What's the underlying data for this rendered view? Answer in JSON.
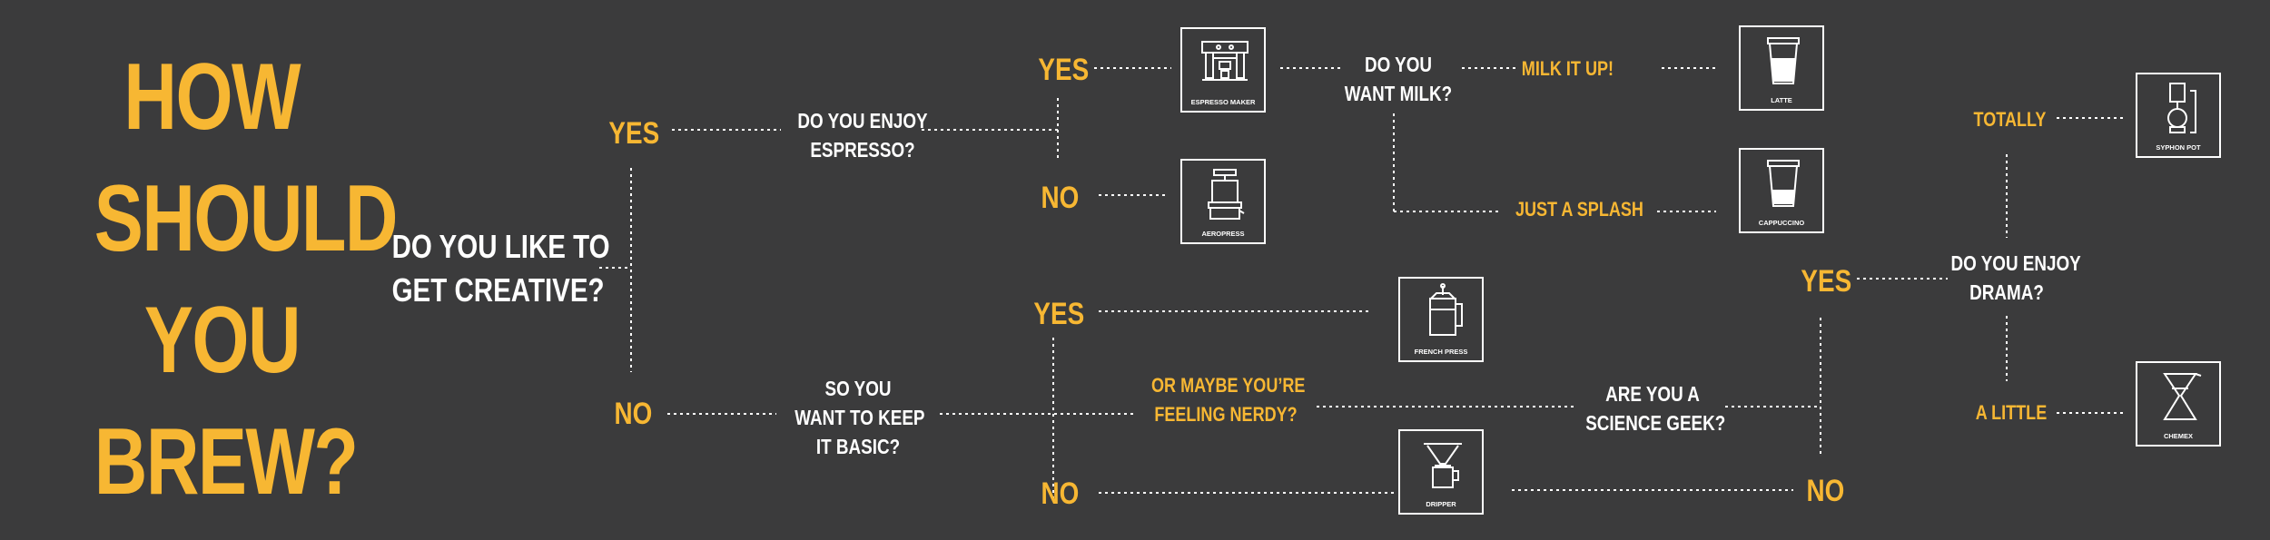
{
  "title": [
    "HOW",
    "SHOULD",
    "YOU",
    "BREW?"
  ],
  "questions": {
    "creative": [
      "DO YOU LIKE TO",
      "GET CREATIVE?"
    ],
    "espresso": [
      "DO YOU ENJOY",
      "ESPRESSO?"
    ],
    "milk": [
      "DO YOU",
      "WANT MILK?"
    ],
    "basic": [
      "SO YOU",
      "WANT TO KEEP",
      "IT BASIC?"
    ],
    "nerdy": [
      "OR MAYBE YOU’RE",
      "FEELING NERDY?"
    ],
    "geek": [
      "ARE YOU A",
      "SCIENCE GEEK?"
    ],
    "drama": [
      "DO YOU ENJOY",
      "DRAMA?"
    ]
  },
  "answers": {
    "yes": "YES",
    "no": "NO",
    "milk_it_up": "MILK IT UP!",
    "just_a_splash": "JUST A SPLASH",
    "totally": "TOTALLY",
    "a_little": "A LITTLE"
  },
  "results": {
    "espresso_maker": "ESPRESSO MAKER",
    "aeropress": "AEROPRESS",
    "latte": "LATTE",
    "cappuccino": "CAPPUCCINO",
    "french_press": "FRENCH PRESS",
    "dripper": "DRIPPER",
    "syphon_pot": "SYPHON POT",
    "chemex": "CHEMEX"
  },
  "colors": {
    "background": "#3b3b3c",
    "accent": "#f7b733",
    "text": "#ffffff"
  }
}
